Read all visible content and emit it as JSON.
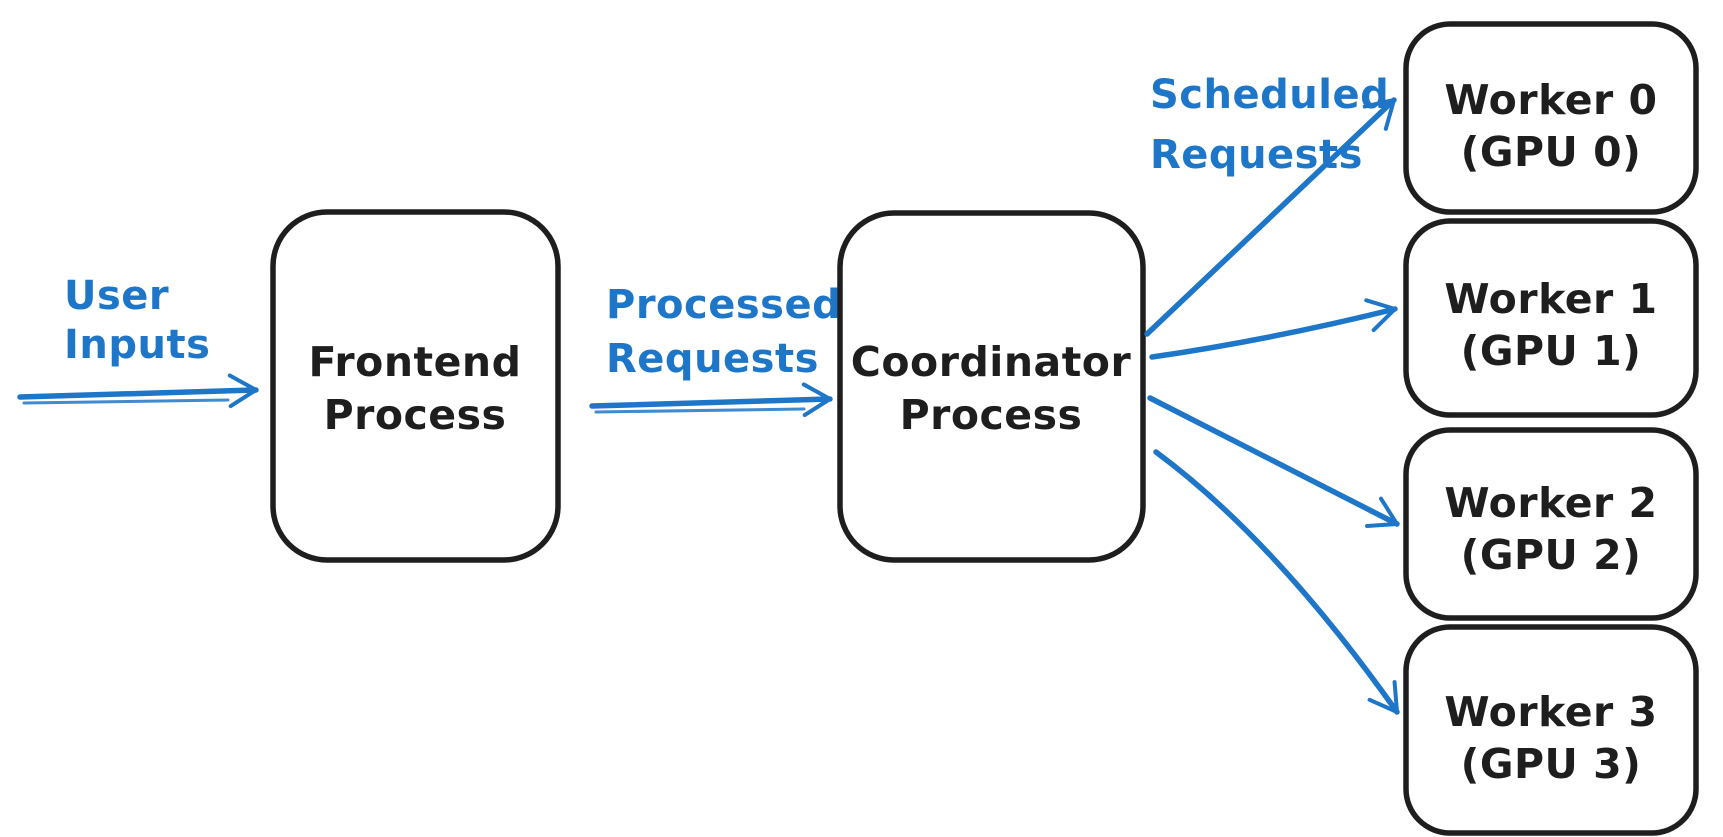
{
  "diagram": {
    "type": "flow-diagram",
    "style": "hand-drawn-sketch",
    "colors": {
      "background": "#ffffff",
      "node_stroke": "#1e1e1e",
      "node_fill": "#ffffff",
      "node_text": "#1e1e1e",
      "accent_blue": "#1e76c8"
    },
    "nodes": {
      "frontend": {
        "line1": "Frontend",
        "line2": "Process"
      },
      "coordinator": {
        "line1": "Coordinator",
        "line2": "Process"
      },
      "worker0": {
        "line1": "Worker 0",
        "line2": "(GPU 0)"
      },
      "worker1": {
        "line1": "Worker 1",
        "line2": "(GPU 1)"
      },
      "worker2": {
        "line1": "Worker 2",
        "line2": "(GPU 2)"
      },
      "worker3": {
        "line1": "Worker 3",
        "line2": "(GPU 3)"
      }
    },
    "labels": {
      "user_inputs": {
        "line1": "User",
        "line2": "Inputs"
      },
      "processed_requests": {
        "line1": "Processed",
        "line2": "Requests"
      },
      "scheduled_requests": {
        "line1": "Scheduled",
        "line2": "Requests"
      }
    },
    "edges": [
      {
        "from": "external",
        "to": "frontend",
        "label": "User Inputs"
      },
      {
        "from": "frontend",
        "to": "coordinator",
        "label": "Processed Requests"
      },
      {
        "from": "coordinator",
        "to": "worker0",
        "label": "Scheduled Requests"
      },
      {
        "from": "coordinator",
        "to": "worker1",
        "label": "Scheduled Requests"
      },
      {
        "from": "coordinator",
        "to": "worker2",
        "label": "Scheduled Requests"
      },
      {
        "from": "coordinator",
        "to": "worker3",
        "label": "Scheduled Requests"
      }
    ]
  }
}
